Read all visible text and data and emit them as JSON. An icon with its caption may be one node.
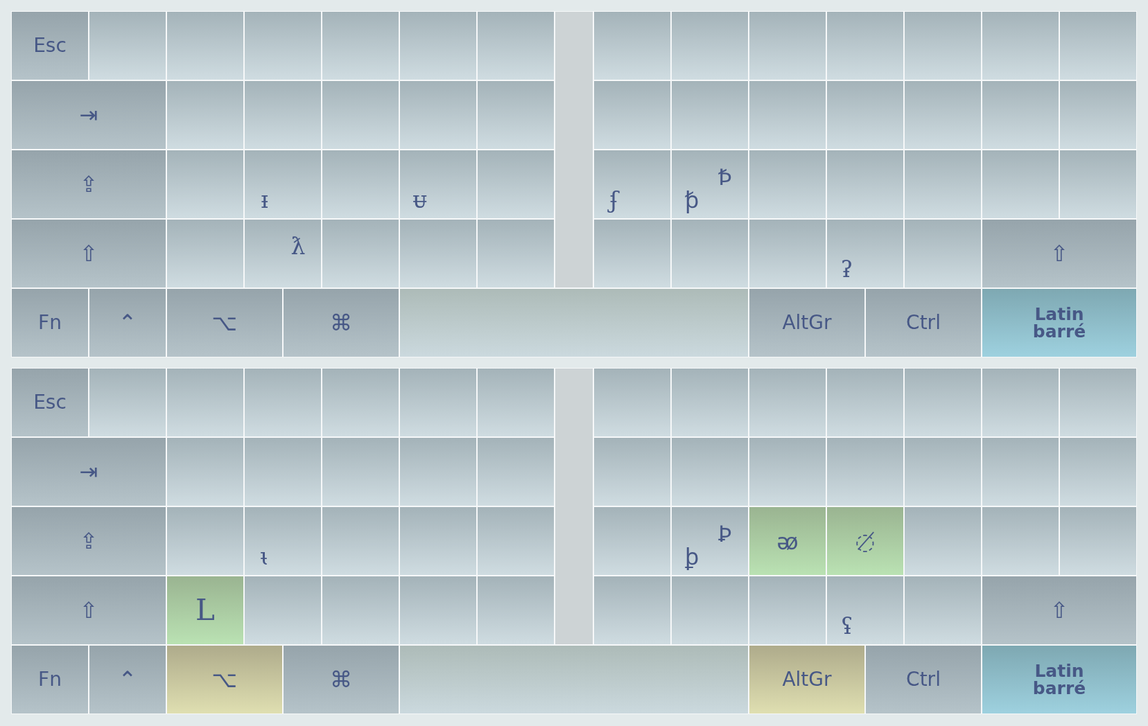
{
  "diagram": {
    "nodes": [
      {
        "text": [
          "Esc"
        ]
      },
      {
        "text": [],
        "shape": "box"
      },
      {
        "text": [],
        "shape": "box"
      },
      {
        "text": [],
        "shape": "box"
      },
      {
        "text": [],
        "shape": "box"
      },
      {
        "text": [],
        "shape": "box"
      },
      {
        "text": [],
        "shape": "box"
      },
      {
        "text": [],
        "shape": "bar"
      },
      {
        "text": [],
        "shape": "box"
      },
      {
        "text": [],
        "shape": "box"
      },
      {
        "text": [],
        "shape": "box"
      },
      {
        "text": [],
        "shape": "box"
      },
      {
        "text": [],
        "shape": "box"
      },
      {
        "text": [],
        "shape": "box"
      },
      {
        "text": [],
        "shape": "box"
      },
      {
        "text": [
          "⇥"
        ]
      },
      {
        "text": [],
        "shape": "box"
      },
      {
        "text": [],
        "shape": "box"
      },
      {
        "text": [],
        "shape": "box"
      },
      {
        "text": [],
        "shape": "box"
      },
      {
        "text": [],
        "shape": "box"
      },
      {
        "text": [],
        "shape": "box"
      },
      {
        "text": [],
        "shape": "box"
      },
      {
        "text": [],
        "shape": "box"
      },
      {
        "text": [],
        "shape": "box"
      },
      {
        "text": [],
        "shape": "box"
      },
      {
        "text": [],
        "shape": "box"
      },
      {
        "text": [],
        "shape": "box"
      },
      {
        "text": [
          "⇪"
        ]
      },
      {
        "text": [],
        "shape": "box"
      },
      {
        "text": [
          "ᵻ"
        ]
      },
      {
        "text": [],
        "shape": "box"
      },
      {
        "text": [
          "ᵾ"
        ]
      },
      {
        "text": [],
        "shape": "box"
      },
      {
        "text": [
          "ʄ"
        ]
      },
      {
        "text": [
          "ꝥ",
          "Ꝥ"
        ]
      },
      {
        "text": [],
        "shape": "box"
      },
      {
        "text": [],
        "shape": "box"
      },
      {
        "text": [],
        "shape": "box"
      },
      {
        "text": [],
        "shape": "box"
      },
      {
        "text": [],
        "shape": "box"
      },
      {
        "text": [
          "⇧"
        ]
      },
      {
        "text": [],
        "shape": "box"
      },
      {
        "text": [
          "ƛ"
        ]
      },
      {
        "text": [],
        "shape": "box"
      },
      {
        "text": [],
        "shape": "box"
      },
      {
        "text": [],
        "shape": "box"
      },
      {
        "text": [],
        "shape": "box"
      },
      {
        "text": [],
        "shape": "box"
      },
      {
        "text": [],
        "shape": "box"
      },
      {
        "text": [
          "ʡ"
        ]
      },
      {
        "text": [],
        "shape": "box"
      },
      {
        "text": [
          "⇧"
        ]
      },
      {
        "text": [
          "Fn"
        ]
      },
      {
        "text": [
          "⌃"
        ]
      },
      {
        "text": [
          "⌥"
        ]
      },
      {
        "text": [
          "⌘"
        ]
      },
      {
        "text": [],
        "shape": "box"
      },
      {
        "text": [
          "AltGr"
        ]
      },
      {
        "text": [
          "Ctrl"
        ]
      },
      {
        "text": [
          "Latin barré"
        ]
      },
      {
        "text": [
          "Esc"
        ]
      },
      {
        "text": [],
        "shape": "box"
      },
      {
        "text": [],
        "shape": "box"
      },
      {
        "text": [],
        "shape": "box"
      },
      {
        "text": [],
        "shape": "box"
      },
      {
        "text": [],
        "shape": "box"
      },
      {
        "text": [],
        "shape": "box"
      },
      {
        "text": [],
        "shape": "bar"
      },
      {
        "text": [],
        "shape": "box"
      },
      {
        "text": [],
        "shape": "box"
      },
      {
        "text": [],
        "shape": "box"
      },
      {
        "text": [],
        "shape": "box"
      },
      {
        "text": [],
        "shape": "box"
      },
      {
        "text": [],
        "shape": "box"
      },
      {
        "text": [],
        "shape": "box"
      },
      {
        "text": [
          "⇥"
        ]
      },
      {
        "text": [],
        "shape": "box"
      },
      {
        "text": [],
        "shape": "box"
      },
      {
        "text": [],
        "shape": "box"
      },
      {
        "text": [],
        "shape": "box"
      },
      {
        "text": [],
        "shape": "box"
      },
      {
        "text": [],
        "shape": "box"
      },
      {
        "text": [],
        "shape": "box"
      },
      {
        "text": [],
        "shape": "box"
      },
      {
        "text": [],
        "shape": "box"
      },
      {
        "text": [],
        "shape": "box"
      },
      {
        "text": [],
        "shape": "box"
      },
      {
        "text": [],
        "shape": "box"
      },
      {
        "text": [
          "⇪"
        ]
      },
      {
        "text": [],
        "shape": "box"
      },
      {
        "text": [
          "ᵼ"
        ]
      },
      {
        "text": [],
        "shape": "box"
      },
      {
        "text": [],
        "shape": "box"
      },
      {
        "text": [],
        "shape": "box"
      },
      {
        "text": [],
        "shape": "box"
      },
      {
        "text": [
          "ꝧ",
          "Ꝧ"
        ]
      },
      {
        "text": [
          "ꭁ"
        ]
      },
      {
        "text": [
          "◌̸"
        ]
      },
      {
        "text": [],
        "shape": "box"
      },
      {
        "text": [],
        "shape": "box"
      },
      {
        "text": [],
        "shape": "box"
      },
      {
        "text": [
          "⇧"
        ]
      },
      {
        "text": [
          "L"
        ]
      },
      {
        "text": [],
        "shape": "box"
      },
      {
        "text": [],
        "shape": "box"
      },
      {
        "text": [],
        "shape": "box"
      },
      {
        "text": [],
        "shape": "box"
      },
      {
        "text": [],
        "shape": "box"
      },
      {
        "text": [],
        "shape": "box"
      },
      {
        "text": [],
        "shape": "box"
      },
      {
        "text": [
          "ʢ"
        ]
      },
      {
        "text": [],
        "shape": "box"
      },
      {
        "text": [
          "⇧"
        ]
      },
      {
        "text": [
          "Fn"
        ]
      },
      {
        "text": [
          "⌃"
        ]
      },
      {
        "text": [
          "⌥"
        ]
      },
      {
        "text": [
          "⌘"
        ]
      },
      {
        "text": [],
        "shape": "box"
      },
      {
        "text": [
          "AltGr"
        ]
      },
      {
        "text": [
          "Ctrl"
        ]
      },
      {
        "text": [
          "Latin barré"
        ]
      }
    ]
  }
}
